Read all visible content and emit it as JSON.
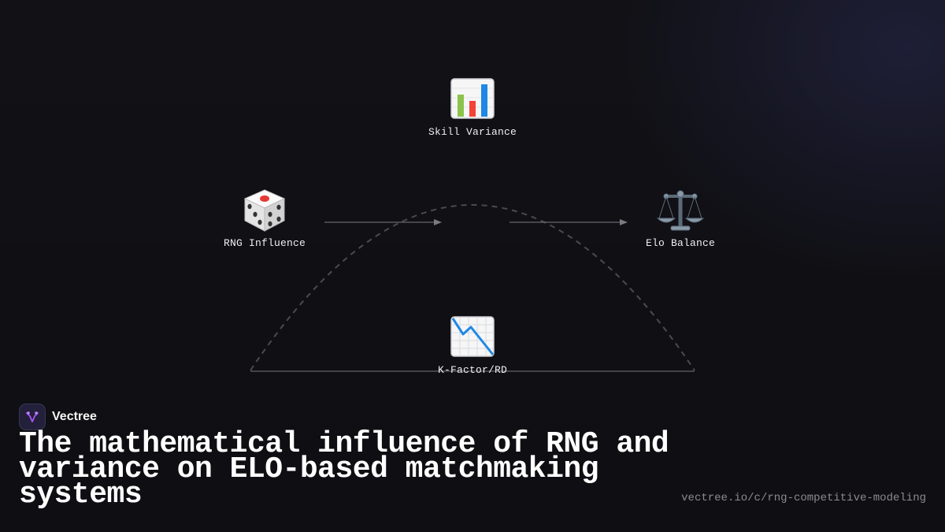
{
  "diagram": {
    "nodes": {
      "top": {
        "label": "Skill Variance",
        "icon": "bar-chart-icon"
      },
      "left": {
        "label": "RNG Influence",
        "icon": "dice-icon"
      },
      "right": {
        "label": "Elo Balance",
        "icon": "balance-scale-icon"
      },
      "bottom": {
        "label": "K-Factor/RD",
        "icon": "chart-decreasing-icon"
      }
    },
    "colors": {
      "arc": "#4a4a52",
      "arrow": "#7a7a82",
      "baseline": "#55555c"
    }
  },
  "brand": {
    "name": "Vectree",
    "icon": "vectree-logo-icon",
    "accent": "#a855f7"
  },
  "title": "The mathematical influence of RNG and variance on ELO-based matchmaking systems",
  "url": "vectree.io/c/rng-competitive-modeling"
}
